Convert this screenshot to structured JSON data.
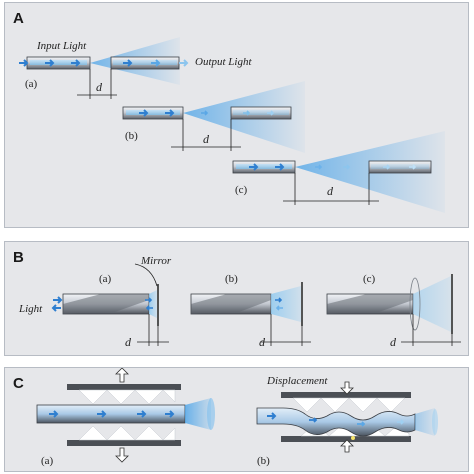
{
  "panels": {
    "a": {
      "letter": "A",
      "input_label": "Input Light",
      "output_label": "Output Light",
      "sub": [
        "(a)",
        "(b)",
        "(c)"
      ],
      "gap_label": "d"
    },
    "b": {
      "letter": "B",
      "light_label": "Light",
      "mirror_label": "Mirror",
      "sub": [
        "(a)",
        "(b)",
        "(c)"
      ],
      "gap_label": "d"
    },
    "c": {
      "letter": "C",
      "displacement_label": "Displacement",
      "sub": [
        "(a)",
        "(b)"
      ]
    }
  },
  "colors": {
    "panel_bg": "#e6e7ea",
    "fiber_dark": "#4a4f57",
    "fiber_light": "#dfe3e8",
    "light_blue": "#5aa7e6",
    "arrow_blue": "#2f7fd0",
    "plate": "#4b4f55"
  }
}
